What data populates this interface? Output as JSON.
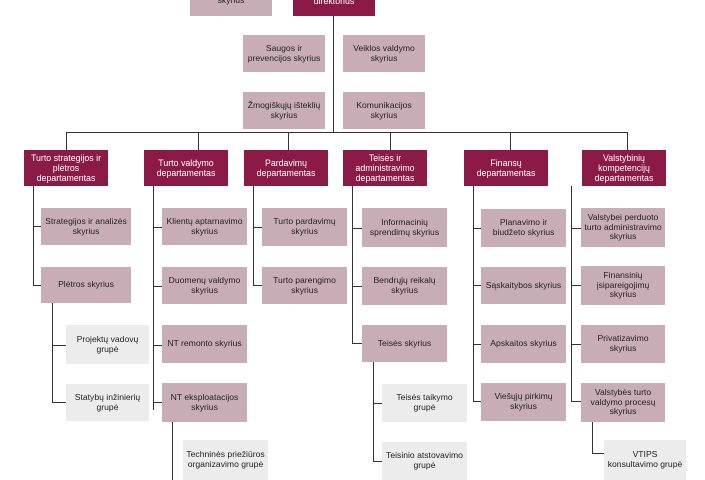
{
  "top": {
    "partial_left": "skyrius",
    "partial_center": "direktorius"
  },
  "staff": [
    "Saugos ir prevencijos skyrius",
    "Veiklos valdymo skyrius",
    "Žmogiškųjų išteklių skyrius",
    "Komunikacijos skyrius"
  ],
  "departments": [
    {
      "name": "Turto strategijos ir plėtros departamentas",
      "divisions": [
        "Strategijos ir analizės skyrius",
        "Plėtros skyrius"
      ],
      "groups": [
        "Projektų vadovų grupė",
        "Statybų inžinierių grupė"
      ]
    },
    {
      "name": "Turto valdymo departamentas",
      "divisions": [
        "Klientų aptarnavimo skyrius",
        "Duomenų valdymo skyrius",
        "NT remonto skyrius",
        "NT eksploatacijos skyrius"
      ],
      "groups": [
        "Techninės priežiūros organizavimo grupė"
      ]
    },
    {
      "name": "Pardavimų departamentas",
      "divisions": [
        "Turto pardavimų skyrius",
        "Turto parengimo skyrius"
      ],
      "groups": []
    },
    {
      "name": "Teisės ir administravimo departamentas",
      "divisions": [
        "Informacinių sprendimų skyrius",
        "Bendrųjų reikalų skyrius",
        "Teisės skyrius"
      ],
      "groups": [
        "Teisės taikymo grupė",
        "Teisinio atstovavimo grupė"
      ]
    },
    {
      "name": "Finansų departamentas",
      "divisions": [
        "Planavimo ir biudžeto skyrius",
        "Sąskaitybos skyrius",
        "Apskaitos skyrius",
        "Viešųjų pirkimų skyrius"
      ],
      "groups": []
    },
    {
      "name": "Valstybinių kompetencijų departamentas",
      "divisions": [
        "Valstybei perduoto turto administravimo skyrius",
        "Finansinių įsipareigojimų skyrius",
        "Privatizavimo skyrius",
        "Valstybės turto valdymo procesų skyrius"
      ],
      "groups": [
        "VTIPS konsultavimo grupė"
      ]
    }
  ],
  "colors": {
    "department_fill": "#8c1a46",
    "division_fill": "#c9adb6",
    "group_fill": "#ececec",
    "line": "#333333"
  }
}
